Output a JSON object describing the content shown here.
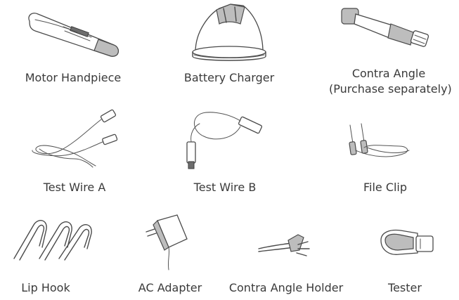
{
  "items": [
    {
      "id": "motor-handpiece",
      "label": "Motor Handpiece",
      "sub": ""
    },
    {
      "id": "battery-charger",
      "label": "Battery Charger",
      "sub": ""
    },
    {
      "id": "contra-angle",
      "label": "Contra Angle",
      "sub": "(Purchase separately)"
    },
    {
      "id": "test-wire-a",
      "label": "Test Wire A",
      "sub": ""
    },
    {
      "id": "test-wire-b",
      "label": "Test Wire B",
      "sub": ""
    },
    {
      "id": "file-clip",
      "label": "File Clip",
      "sub": ""
    },
    {
      "id": "lip-hook",
      "label": "Lip Hook",
      "sub": ""
    },
    {
      "id": "ac-adapter",
      "label": "AC Adapter",
      "sub": ""
    },
    {
      "id": "contra-angle-holder",
      "label": "Contra Angle Holder",
      "sub": ""
    },
    {
      "id": "tester",
      "label": "Tester",
      "sub": ""
    }
  ]
}
